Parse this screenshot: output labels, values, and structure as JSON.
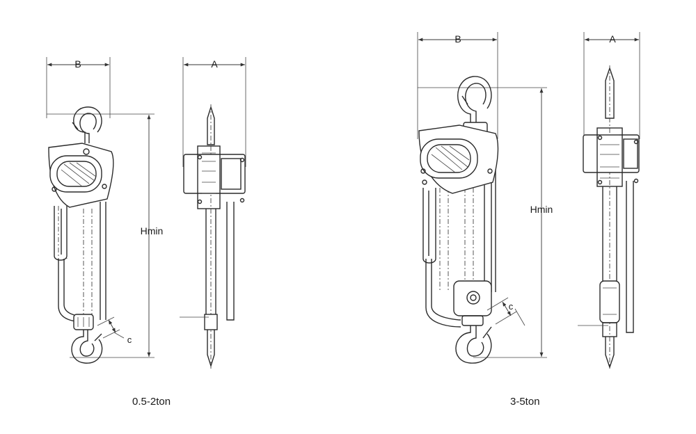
{
  "figure": {
    "small_hoist": {
      "caption": "0.5-2ton",
      "dim_b": "B",
      "dim_a": "A",
      "dim_h": "Hmin",
      "dim_c": "c"
    },
    "large_hoist": {
      "caption": "3-5ton",
      "dim_b": "B",
      "dim_a": "A",
      "dim_h": "Hmin",
      "dim_c": "c"
    }
  }
}
